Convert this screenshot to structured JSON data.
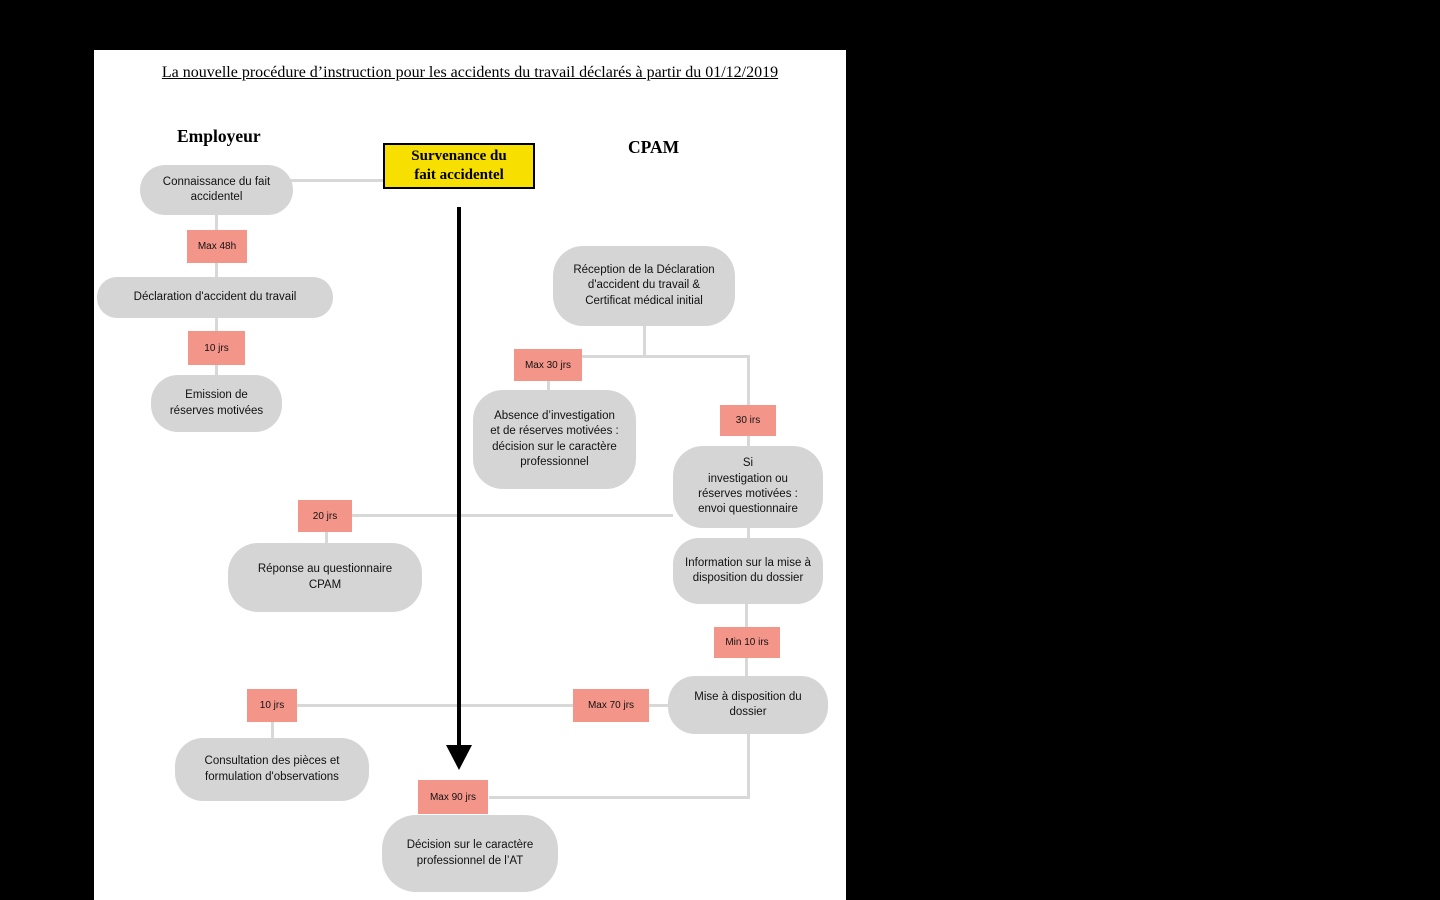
{
  "page": {
    "title": "La nouvelle procédure d’instruction pour les accidents du travail déclarés à partir du 01/12/2019"
  },
  "columns": {
    "employer": "Employeur",
    "cpam": "CPAM"
  },
  "highlight": {
    "label": "Survenance du\nfait accidentel"
  },
  "nodes": {
    "connaissance": "Connaissance du fait\naccidentel",
    "declaration": "Déclaration d'accident du travail",
    "emission": "Emission de\nréserves motivées",
    "reception": "Réception de la Déclaration\nd'accident du travail &\nCertificat médical initial",
    "absence": "Absence d’investigation\net de réserves motivées :\ndécision sur le caractère\nprofessionnel",
    "si_investigation": "Si\ninvestigation ou\nréserves motivées :\nenvoi questionnaire",
    "reponse": "Réponse au questionnaire\nCPAM",
    "information": "Information sur la mise à\ndisposition du dossier",
    "mise_a_disposition": "Mise à disposition du\ndossier",
    "consultation": "Consultation des pièces et\nformulation d'observations",
    "decision": "Décision sur le caractère\nprofessionnel de l’AT"
  },
  "durations": {
    "max48h": "Max 48h",
    "jrs10_reserves": "10 jrs",
    "max30jrs": "Max 30 jrs",
    "jrs30": "30 irs",
    "jrs20": "20 jrs",
    "min10jrs": "Min 10 irs",
    "jrs10_consultation": "10 jrs",
    "max70jrs": "Max 70 jrs",
    "max90jrs": "Max 90 jrs"
  },
  "colors": {
    "background": "#000000",
    "panel": "#FFFFFF",
    "node_fill": "#D5D5D5",
    "duration_fill": "#F4958A",
    "highlight_fill": "#F7E000",
    "connector": "#D8D8D8",
    "arrow": "#000000"
  }
}
